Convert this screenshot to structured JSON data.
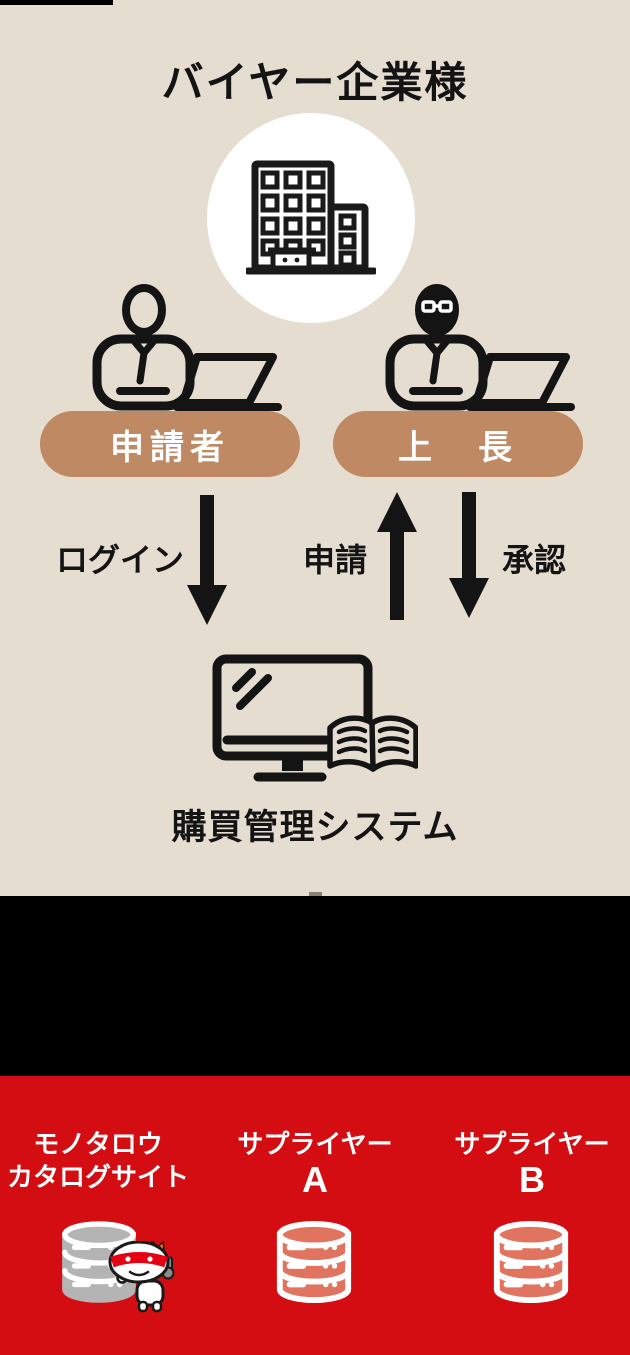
{
  "header": {
    "title": "バイヤー企業様"
  },
  "buyer": {
    "roles": [
      {
        "label": "申請者"
      },
      {
        "label": "上　長"
      }
    ],
    "arrows": [
      {
        "label": "ログイン",
        "direction": "down"
      },
      {
        "label": "申請",
        "direction": "up"
      },
      {
        "label": "承認",
        "direction": "down"
      }
    ],
    "system_label": "購買管理システム"
  },
  "suppliers": [
    {
      "line1": "モノタロウ",
      "line2": "カタログサイト"
    },
    {
      "line1": "サプライヤー",
      "line2": "A"
    },
    {
      "line1": "サプライヤー",
      "line2": "B"
    }
  ],
  "icons": [
    "building-icon",
    "applicant-laptop-icon",
    "manager-laptop-icon",
    "arrow-down-icon",
    "arrow-up-icon",
    "monitor-catalog-icon",
    "database-icon",
    "monotaro-mascot-icon"
  ],
  "colors": {
    "background": "#e6ddd1",
    "ink": "#141414",
    "pill": "#bf8a63",
    "black-band": "#000000",
    "red-band": "#d30d11",
    "supplier-db-fill": "#e0745f",
    "monotaro-db-fill": "#b4b4b4",
    "mascot-band": "#e50012",
    "mascot-crest": "#ef8322"
  }
}
